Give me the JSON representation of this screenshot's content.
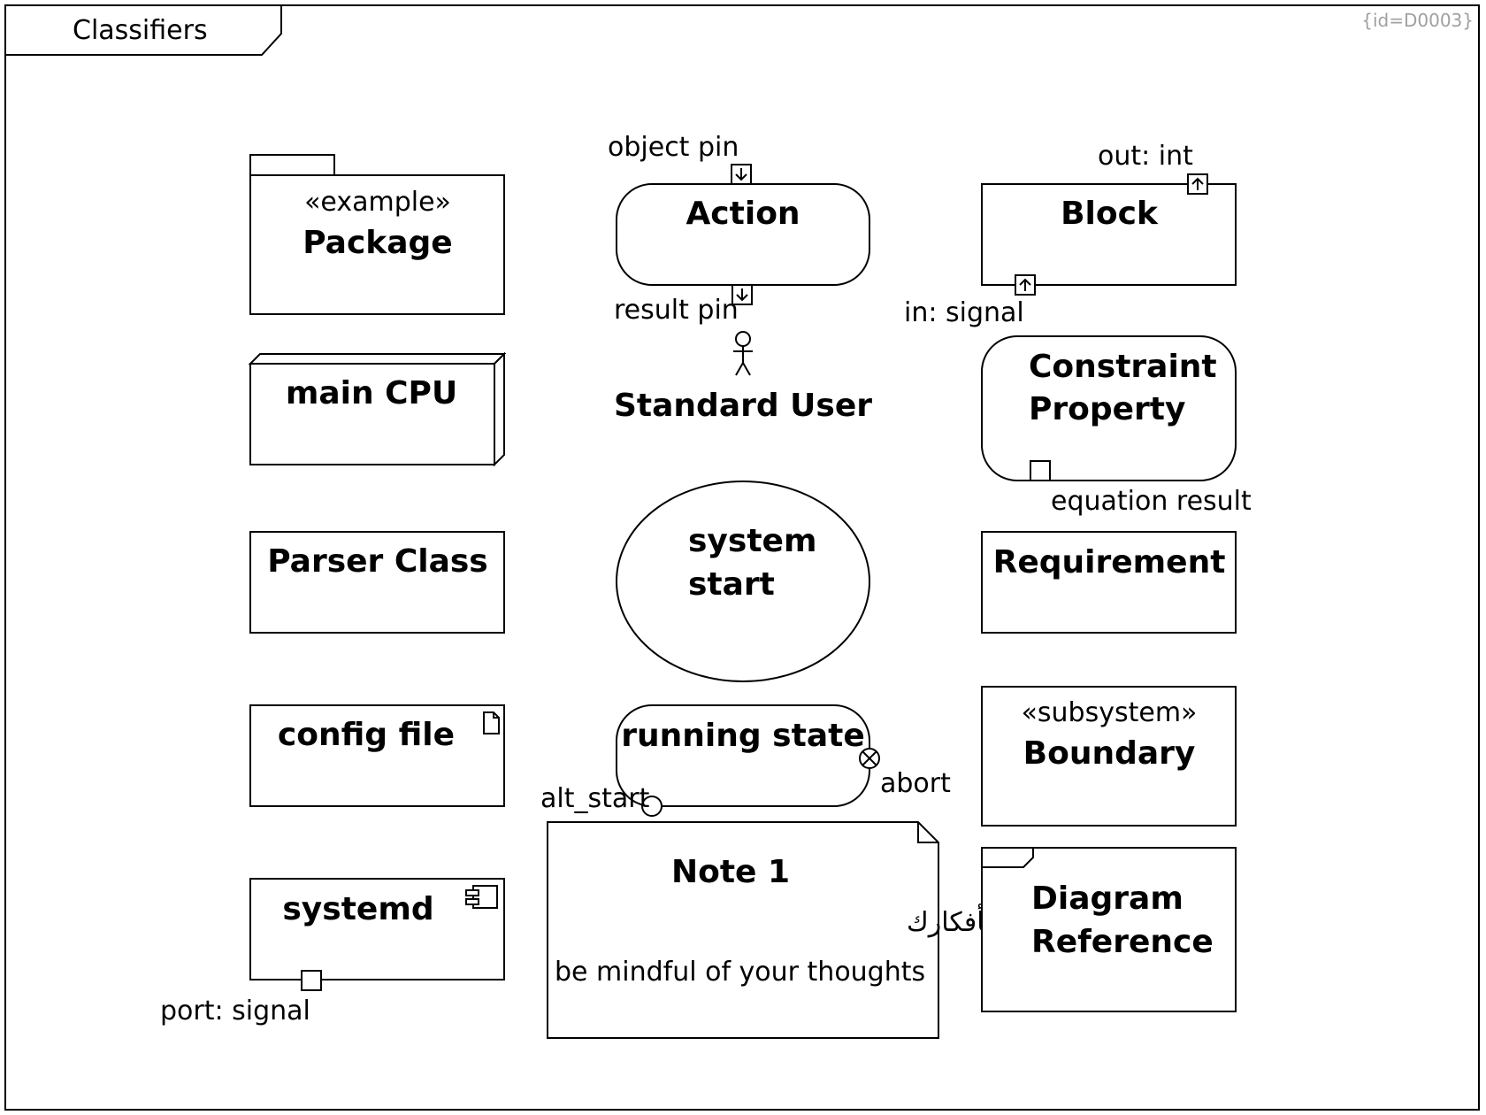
{
  "frame": {
    "label": "Classifiers",
    "id_tag": "{id=D0003}"
  },
  "package": {
    "stereotype": "«example»",
    "name": "Package"
  },
  "node": {
    "name": "main CPU"
  },
  "class": {
    "name": "Parser Class"
  },
  "artifact": {
    "name": "config file"
  },
  "component": {
    "name": "systemd",
    "port_label": "port: signal"
  },
  "action": {
    "name": "Action",
    "input_pin_label": "object pin",
    "output_pin_label": "result pin"
  },
  "actor": {
    "name": "Standard User"
  },
  "usecase": {
    "line1": "system",
    "line2": "start"
  },
  "state": {
    "name": "running state",
    "entry_label": "alt_start",
    "exit_label": "abort"
  },
  "note": {
    "title": "Note 1",
    "arabic_text": "وعيًا بأفكارك",
    "english_text": "be mindful of your thoughts"
  },
  "block": {
    "name": "Block",
    "out_port_label": "out: int",
    "in_port_label": "in: signal"
  },
  "constraint": {
    "line1": "Constraint",
    "line2": "Property",
    "param_label": "equation result"
  },
  "requirement": {
    "name": "Requirement"
  },
  "boundary": {
    "stereotype": "«subsystem»",
    "name": "Boundary"
  },
  "diagram_ref": {
    "line1": "Diagram",
    "line2": "Reference"
  }
}
